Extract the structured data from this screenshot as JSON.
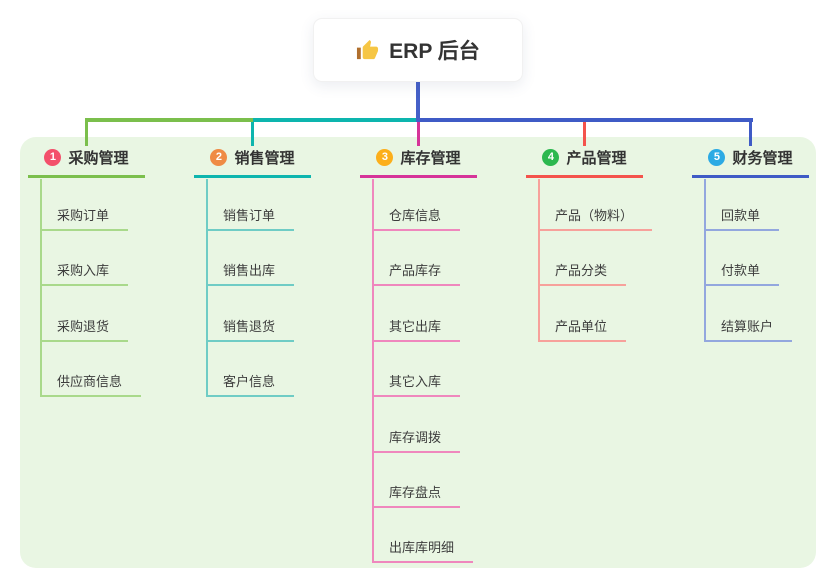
{
  "root": {
    "label": "ERP 后台",
    "icon": "thumbs-up"
  },
  "canvas": {
    "background": "#ffffff",
    "panel_background": "#e9f6e3",
    "connector_color": "#4560c8"
  },
  "branches": [
    {
      "number": "1",
      "title": "采购管理",
      "color": "#7bbf4c",
      "light_color": "#a9d98b",
      "badge_color": "#f3506b",
      "children": [
        "采购订单",
        "采购入库",
        "采购退货",
        "供应商信息"
      ]
    },
    {
      "number": "2",
      "title": "销售管理",
      "color": "#0db5ae",
      "light_color": "#6fccc5",
      "badge_color": "#ef8b45",
      "children": [
        "销售订单",
        "销售出库",
        "销售退货",
        "客户信息"
      ]
    },
    {
      "number": "3",
      "title": "库存管理",
      "color": "#d63499",
      "light_color": "#ef87bd",
      "badge_color": "#fcaf1b",
      "children": [
        "仓库信息",
        "产品库存",
        "其它出库",
        "其它入库",
        "库存调拨",
        "库存盘点",
        "出库库明细"
      ]
    },
    {
      "number": "4",
      "title": "产品管理",
      "color": "#f4534c",
      "light_color": "#f7a19b",
      "badge_color": "#2cb84f",
      "children": [
        "产品（物料）",
        "产品分类",
        "产品单位"
      ]
    },
    {
      "number": "5",
      "title": "财务管理",
      "color": "#3f5bc6",
      "light_color": "#93a7de",
      "badge_color": "#2caae4",
      "children": [
        "回款单",
        "付款单",
        "结算账户"
      ]
    }
  ]
}
